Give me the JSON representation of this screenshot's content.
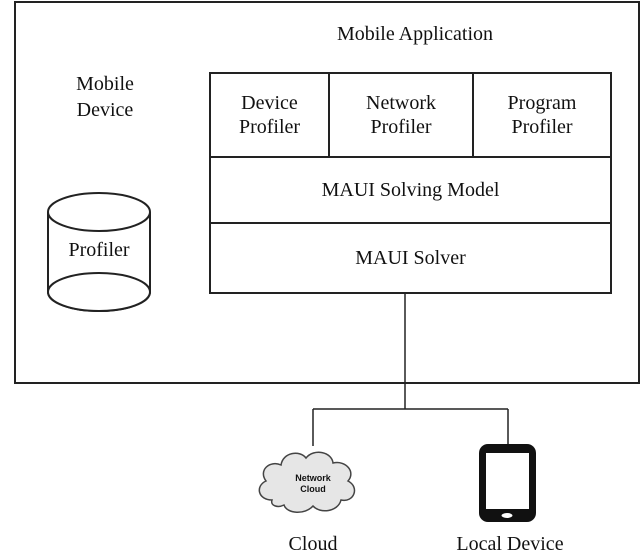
{
  "outer_box": {
    "title": "Mobile Application",
    "device_label_line1": "Mobile",
    "device_label_line2": "Device"
  },
  "profiler_cylinder": {
    "label": "Profiler"
  },
  "profiler_row": [
    {
      "line1": "Device",
      "line2": "Profiler"
    },
    {
      "line1": "Network",
      "line2": "Profiler"
    },
    {
      "line1": "Program",
      "line2": "Profiler"
    }
  ],
  "solving_model": {
    "label": "MAUI Solving Model"
  },
  "solver": {
    "label": "MAUI Solver"
  },
  "targets": {
    "cloud": {
      "label": "Cloud",
      "icon_line1": "Network",
      "icon_line2": "Cloud",
      "icon": "cloud-icon"
    },
    "local": {
      "label": "Local Device",
      "icon": "tablet-icon"
    }
  }
}
